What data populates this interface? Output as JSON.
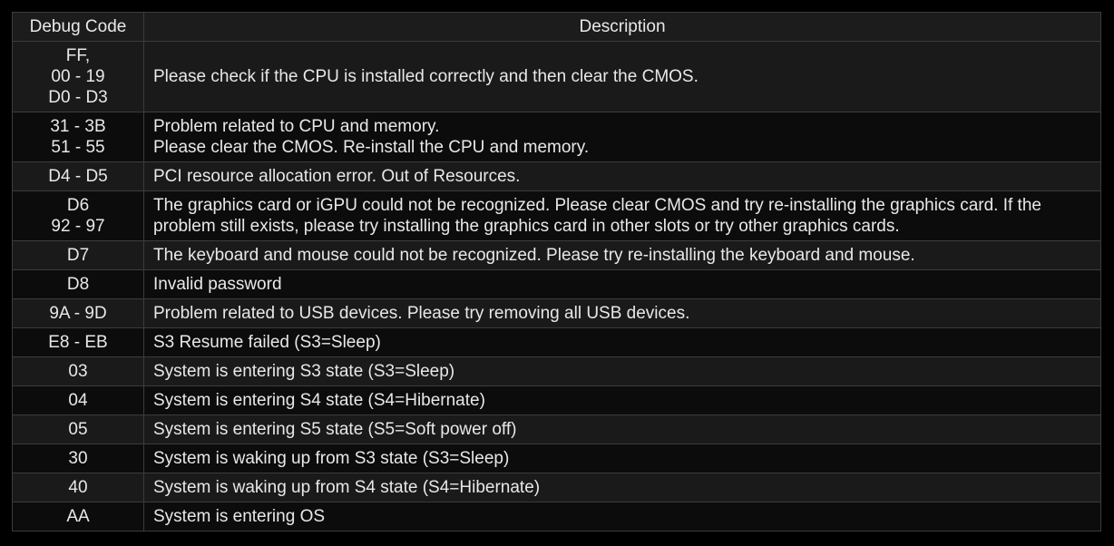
{
  "table": {
    "headers": {
      "code": "Debug Code",
      "description": "Description"
    },
    "rows": [
      {
        "code_lines": [
          "FF,",
          "00 - 19",
          "D0 - D3"
        ],
        "description": "Please check if the CPU is installed correctly and then clear the CMOS."
      },
      {
        "code_lines": [
          "31 - 3B",
          "51 - 55"
        ],
        "description": "Problem related to CPU and memory.\nPlease clear the CMOS. Re-install the CPU and memory."
      },
      {
        "code_lines": [
          "D4 - D5"
        ],
        "description": "PCI resource allocation error. Out of Resources."
      },
      {
        "code_lines": [
          "D6",
          "92 - 97"
        ],
        "description": "The graphics card or iGPU could not be recognized. Please clear CMOS and try re-installing the graphics card. If the problem still exists, please try installing the graphics card in other slots or try other graphics cards."
      },
      {
        "code_lines": [
          "D7"
        ],
        "description": "The keyboard and mouse could not be recognized. Please try re-installing the keyboard and mouse."
      },
      {
        "code_lines": [
          "D8"
        ],
        "description": "Invalid password"
      },
      {
        "code_lines": [
          "9A - 9D"
        ],
        "description": "Problem related to USB devices. Please try removing all USB devices."
      },
      {
        "code_lines": [
          "E8 - EB"
        ],
        "description": "S3 Resume failed (S3=Sleep)"
      },
      {
        "code_lines": [
          "03"
        ],
        "description": "System is entering S3 state (S3=Sleep)"
      },
      {
        "code_lines": [
          "04"
        ],
        "description": "System is entering S4 state (S4=Hibernate)"
      },
      {
        "code_lines": [
          "05"
        ],
        "description": "System is entering S5 state (S5=Soft power off)"
      },
      {
        "code_lines": [
          "30"
        ],
        "description": "System is waking up from S3 state (S3=Sleep)"
      },
      {
        "code_lines": [
          "40"
        ],
        "description": "System is waking up from S4 state (S4=Hibernate)"
      },
      {
        "code_lines": [
          "AA"
        ],
        "description": "System is entering OS"
      }
    ]
  },
  "colors": {
    "page_background": "#000000",
    "header_background": "#1c1c1c",
    "row_odd_background": "#1a1a1a",
    "row_even_background": "#0c0c0c",
    "border": "#3c3c3c",
    "text": "#e8e8e8"
  }
}
